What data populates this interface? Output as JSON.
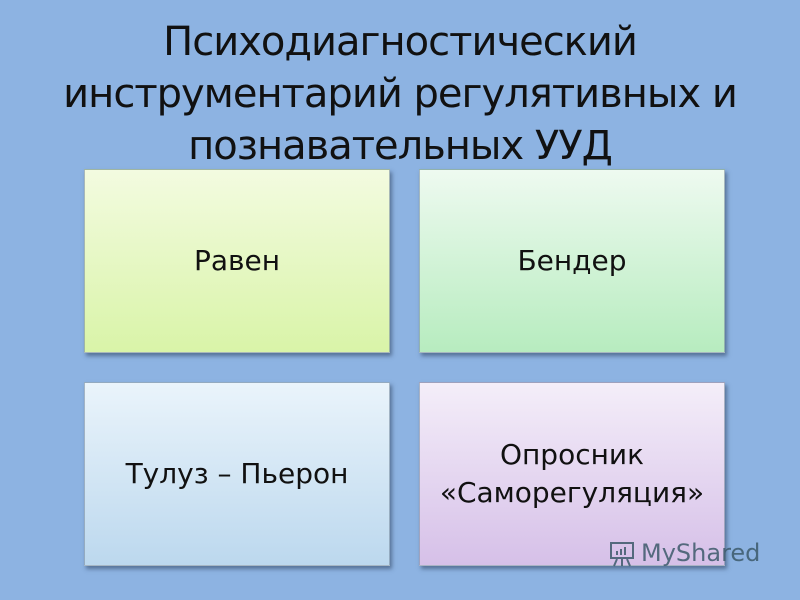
{
  "slide": {
    "title_lines": [
      "Психодиагностический",
      "инструментарий регулятивных и",
      "познавательных УУД"
    ],
    "background_color": "#8db3e2",
    "boxes": [
      {
        "label": "Равен",
        "color": "#e4f7bf"
      },
      {
        "label": "Бендер",
        "color": "#cdf2d3"
      },
      {
        "label": "Тулуз – Пьерон",
        "color": "#d4e6f5"
      },
      {
        "label_lines": [
          "Опросник",
          "«Саморегуляция»"
        ],
        "color": "#e4d6f0"
      }
    ]
  },
  "watermark": {
    "icon": "presentation-board-icon",
    "text": "MyShared"
  }
}
